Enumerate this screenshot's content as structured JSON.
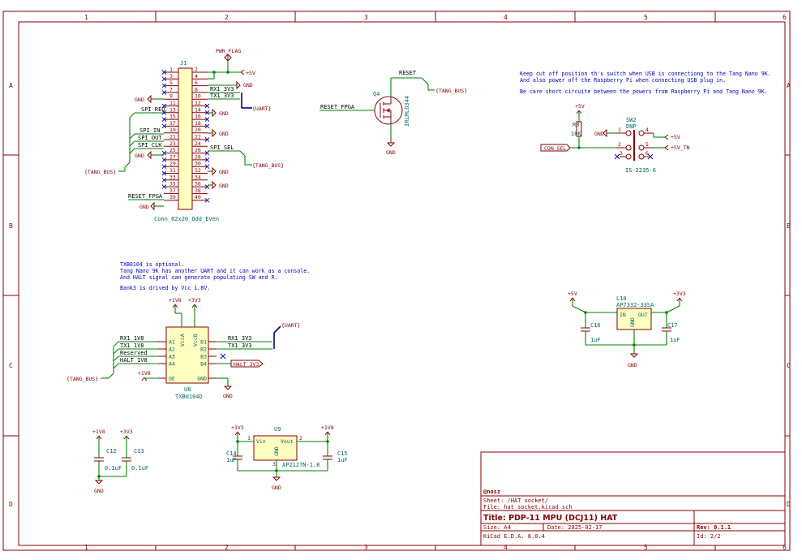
{
  "frame": {
    "cols": [
      "1",
      "2",
      "3",
      "4",
      "5",
      "6"
    ],
    "rows": [
      "A",
      "B",
      "C",
      "D"
    ]
  },
  "j1": {
    "ref": "J1",
    "value": "Conn_02x20_Odd_Even",
    "pins_left": [
      "1",
      "3",
      "5",
      "7",
      "9",
      "11",
      "13",
      "15",
      "17",
      "19",
      "21",
      "23",
      "25",
      "27",
      "29",
      "31",
      "33",
      "35",
      "37",
      "39"
    ],
    "pins_right": [
      "2",
      "4",
      "6",
      "8",
      "10",
      "12",
      "14",
      "16",
      "18",
      "20",
      "22",
      "24",
      "26",
      "28",
      "30",
      "32",
      "34",
      "36",
      "38",
      "40"
    ],
    "pwr_flag": "PWR_FLAG",
    "plus5v": "+5V",
    "gnd": "GND",
    "net_rx": "RX1_3V3",
    "net_tx": "TX1_3V3",
    "net_spi_sel": "SPI_SEL",
    "net_spi_req": "SPI_REQ",
    "net_spi_in": "SPI_IN",
    "net_spi_out": "SPI_OUT",
    "net_spi_clk": "SPI_CLK",
    "net_reset_fpga": "RESET_FPGA",
    "bus_uart": "{UART}",
    "bus_tang": "{TANG_BUS}"
  },
  "q4": {
    "ref": "Q4",
    "value": "IRLML6344",
    "net_reset": "RESET",
    "net_reset_fpga": "RESET_FPGA",
    "bus_tang": "{TANG_BUS}",
    "gnd": "GND"
  },
  "switch_notes": [
    "Keep cut off position th's switch when USB is connectiong to the Tang Nano 9K.",
    "And also power off the Raspberry Pi when connecting USB plug in.",
    "Be care short circuite between the powers from Raspberry Pi and Tang Nano 9K."
  ],
  "sw2": {
    "ref": "SW2",
    "dnp": "DNP",
    "value": "IS-2235-6",
    "r3_ref": "R3",
    "r3_value": "10K",
    "plus5v": "+5V",
    "plus5v_tn": "+5V_TN",
    "gnd": "GND",
    "net_con_sel": "CON_SEL"
  },
  "u8_notes": [
    "TXB0104 is optional.",
    "Tang Nano 9K has another UART and it can work as a console.",
    "And HALT signal can generate populating SW and R.",
    "Bank3 is drived by Vcc 1.8V."
  ],
  "u8": {
    "ref": "U8",
    "value": "TXB0104D",
    "pins_left": [
      "A1",
      "A2",
      "A3",
      "A4",
      "OE"
    ],
    "pins_right": [
      "B1",
      "B2",
      "B3",
      "B4",
      "GND"
    ],
    "pin_vcca": "VccA",
    "pin_vccb": "VccB",
    "pwr_1v8": "+1V8",
    "pwr_3v3": "+3V3",
    "net_rx_1v8": "RX1_1V8",
    "net_tx_1v8": "TX1_1V8",
    "net_reserved": "Reserved",
    "net_halt_1v8": "HALT_1V8",
    "net_rx_3v3": "RX1_3V3",
    "net_tx_3v3": "TX1_3V3",
    "net_halt_3v3": "HALT_3V3",
    "gnd": "GND",
    "bus_uart": "{UART}",
    "bus_tang": "{TANG_BUS}"
  },
  "l10": {
    "ref": "L10",
    "value": "AP7332-33SA",
    "pin_in": "IN",
    "pin_out": "OUT",
    "pin_gnd": "GND",
    "plus5v": "+5V",
    "plus3v3": "+3V3",
    "c16_ref": "C16",
    "c16_value": "1uF",
    "c17_ref": "C17",
    "c17_value": "1uF",
    "gnd": "GND"
  },
  "decoupling": {
    "pwr_1v8": "+1V8",
    "pwr_3v3": "+3V3",
    "c12_ref": "C12",
    "c12_value": "0.1uF",
    "c13_ref": "C13",
    "c13_value": "0.1uF",
    "gnd": "GND"
  },
  "u9": {
    "ref": "U9",
    "value": "AP2127N-1.8",
    "pin_vin": "Vin",
    "pin_vout": "Vout",
    "pin_gnd": "GND",
    "pin1": "1",
    "pin2": "2",
    "pin3": "3",
    "pwr_3v3": "+3V3",
    "pwr_1v8": "+1V8",
    "c14_ref": "C14",
    "c14_value": "1uF",
    "c15_ref": "C15",
    "c15_value": "1uF",
    "gnd": "GND"
  },
  "title_block": {
    "company": "@nosz",
    "sheet": "Sheet: /HAT socket/",
    "file": "File: hat_socket.kicad_sch",
    "title": "Title: PDP-11 MPU (DCJ11) HAT",
    "size": "Size: A4",
    "date": "Date: 2025-02-17",
    "rev": "Rev: 0.1.1",
    "tool": "KiCad E.D.A. 8.0.4",
    "id": "Id: 2/2"
  }
}
